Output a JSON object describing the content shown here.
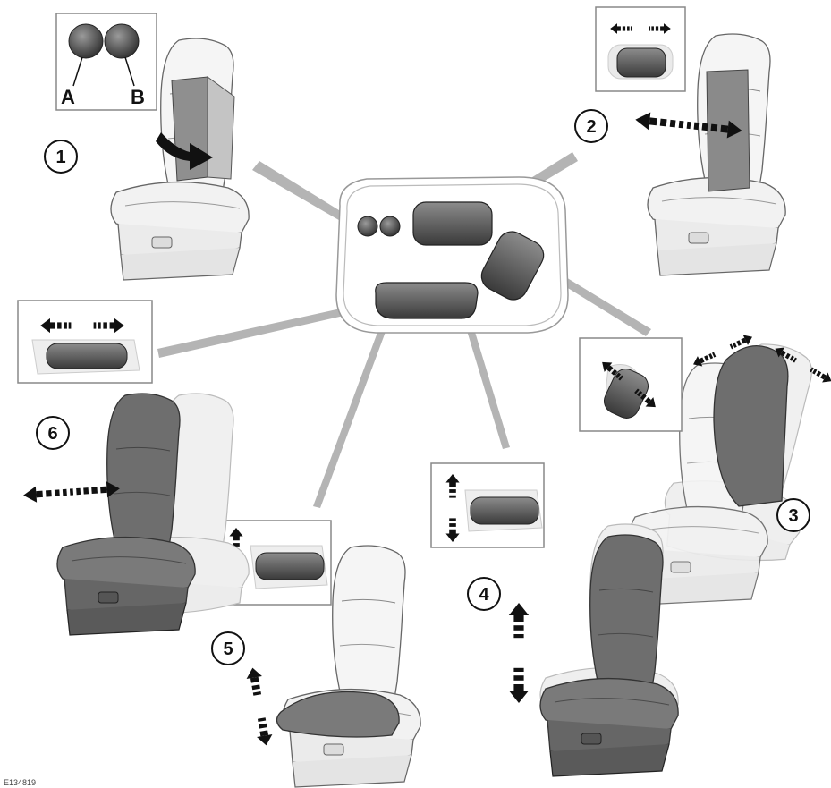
{
  "callouts": [
    "1",
    "2",
    "3",
    "4",
    "5",
    "6"
  ],
  "inset_labels": {
    "a": "A",
    "b": "B"
  },
  "reference_code": "E134819",
  "colors": {
    "seat_dark": "#6b6b6b",
    "seat_mid": "#9a9a9a",
    "seat_light": "#f4f4f4",
    "outline": "#555555",
    "leader": "#b4b4b4"
  },
  "icons": [
    "seat-icon",
    "double-arrow-icon",
    "switch-icon"
  ]
}
